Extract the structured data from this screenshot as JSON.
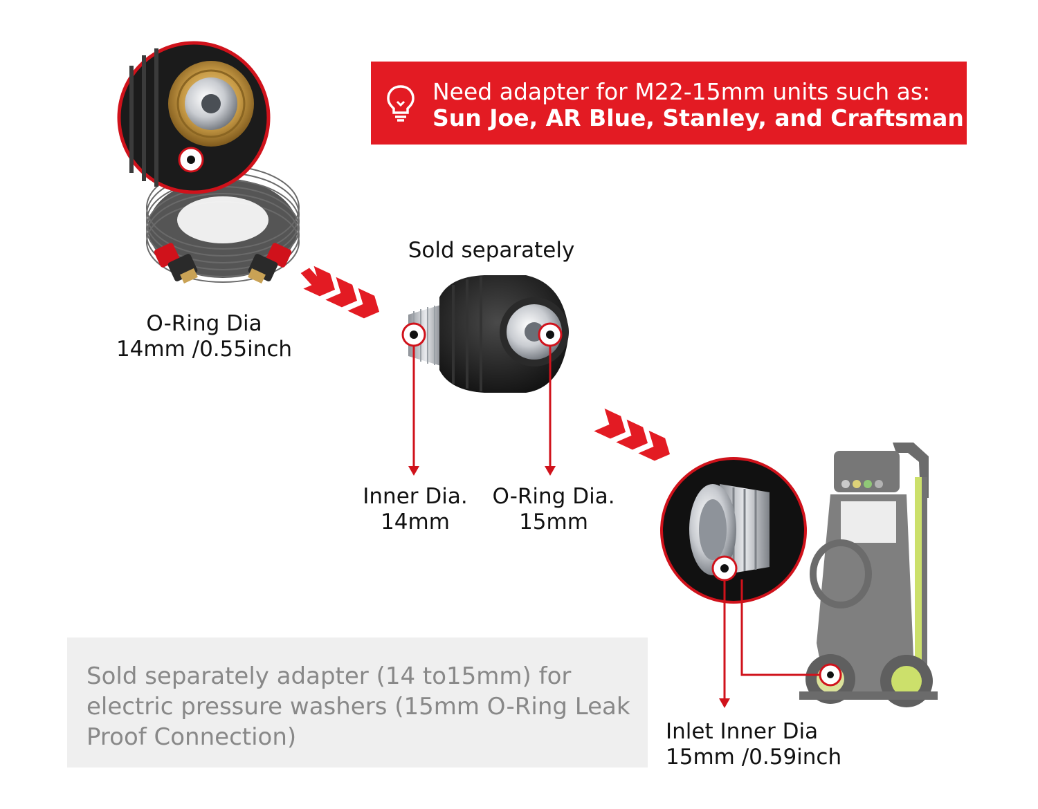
{
  "banner": {
    "line1": "Need adapter for M22-15mm units such as:",
    "line2": "Sun Joe, AR Blue, Stanley, and Craftsman",
    "icon": "lightbulb-icon",
    "color": "#e31b23"
  },
  "hose": {
    "label_line1": "O-Ring Dia",
    "label_line2": "14mm /0.55inch"
  },
  "adapter": {
    "title": "Sold separately",
    "inner_label_line1": "Inner Dia.",
    "inner_label_line2": "14mm",
    "oring_label_line1": "O-Ring Dia.",
    "oring_label_line2": "15mm"
  },
  "washer": {
    "label_line1": "Inlet Inner Dia",
    "label_line2": "15mm /0.59inch"
  },
  "info_box": {
    "text": "Sold separately adapter (14 to15mm) for electric pressure washers (15mm O-Ring Leak Proof Connection)"
  },
  "colors": {
    "accent_red": "#e31b23",
    "pointer_red": "#d0121b",
    "dark": "#111111",
    "info_text": "#888888",
    "info_bg": "#efefef"
  }
}
